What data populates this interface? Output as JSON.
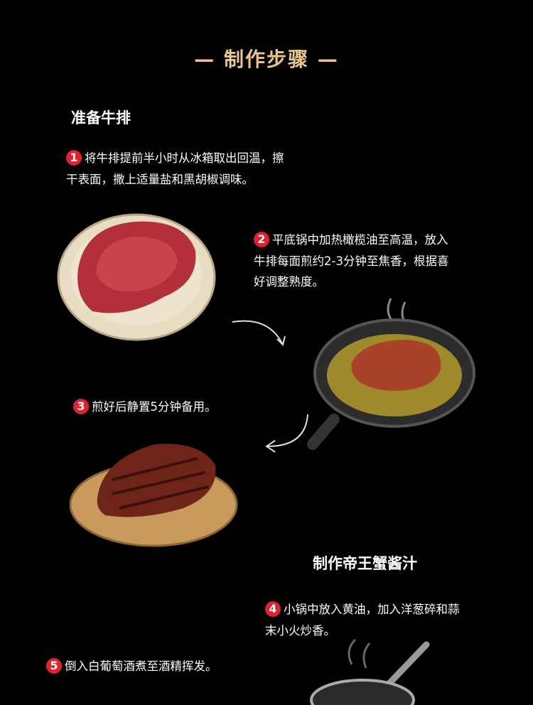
{
  "title": "— 制作步骤 —",
  "sections": [
    {
      "heading": "准备牛排"
    },
    {
      "heading": "制作帝王蟹酱汁"
    }
  ],
  "steps": [
    {
      "num": "1",
      "line1": "将牛排提前半小时从冰箱取出回温，擦",
      "line2": "干表面，撒上适量盐和黑胡椒调味。"
    },
    {
      "num": "2",
      "line1": "平底锅中加热橄榄油至高温，放入",
      "line2": "牛排每面煎约2-3分钟至焦香，根据喜",
      "line3": "好调整熟度。"
    },
    {
      "num": "3",
      "line1": "煎好后静置5分钟备用。"
    },
    {
      "num": "4",
      "line1": "小锅中放入黄油，加入洋葱碎和蒜",
      "line2": "末小火炒香。"
    },
    {
      "num": "5",
      "line1": "倒入白葡萄酒煮至酒精挥发。"
    }
  ],
  "colors": {
    "title": "#e9c58c",
    "badge": "#e0212f"
  }
}
